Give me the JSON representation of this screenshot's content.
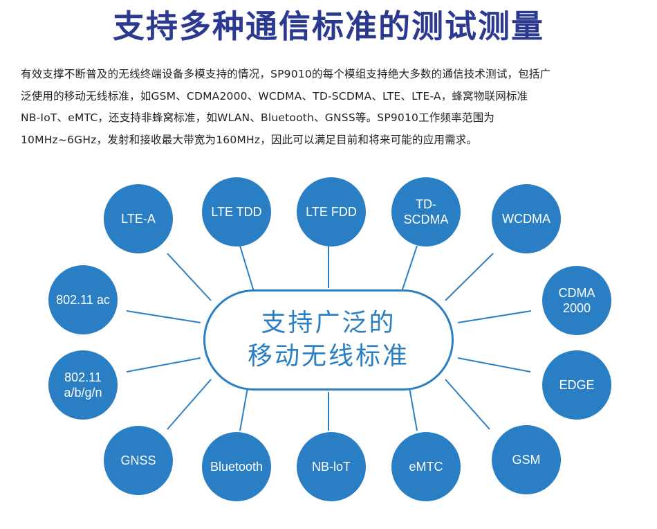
{
  "title": "支持多种通信标准的测试测量",
  "description": {
    "lines": [
      "有效支撑不断普及的无线终端设备多模支持的情况，SP9010的每个模组支持绝大多数的通信技术测试，包括广",
      "泛使用的移动无线标准，如GSM、CDMA2000、WCDMA、TD-SCDMA、LTE、LTE-A，蜂窝物联网标准",
      "NB-IoT、eMTC，还支持非蜂窝标准，如WLAN、Bluetooth、GNSS等。SP9010工作频率范围为",
      "10MHz~6GHz，发射和接收最大带宽为160MHz，因此可以满足目前和将来可能的应用需求。"
    ]
  },
  "hub": {
    "line1": "支持广泛的",
    "line2": "移动无线标准"
  },
  "standards": [
    {
      "label": "LTE-A"
    },
    {
      "label": "LTE TDD"
    },
    {
      "label": "LTE FDD"
    },
    {
      "label": "TD-SCDMA"
    },
    {
      "label": "WCDMA"
    },
    {
      "label": "802.11 ac"
    },
    {
      "label": "CDMA\n2000"
    },
    {
      "label": "802.11\na/b/g/n"
    },
    {
      "label": "EDGE"
    },
    {
      "label": "GNSS"
    },
    {
      "label": "Bluetooth"
    },
    {
      "label": "NB-loT"
    },
    {
      "label": "eMTC"
    },
    {
      "label": "GSM"
    }
  ],
  "colors": {
    "title": "#2b3990",
    "node": "#2a7ec3",
    "connector": "#2a7ec3"
  }
}
